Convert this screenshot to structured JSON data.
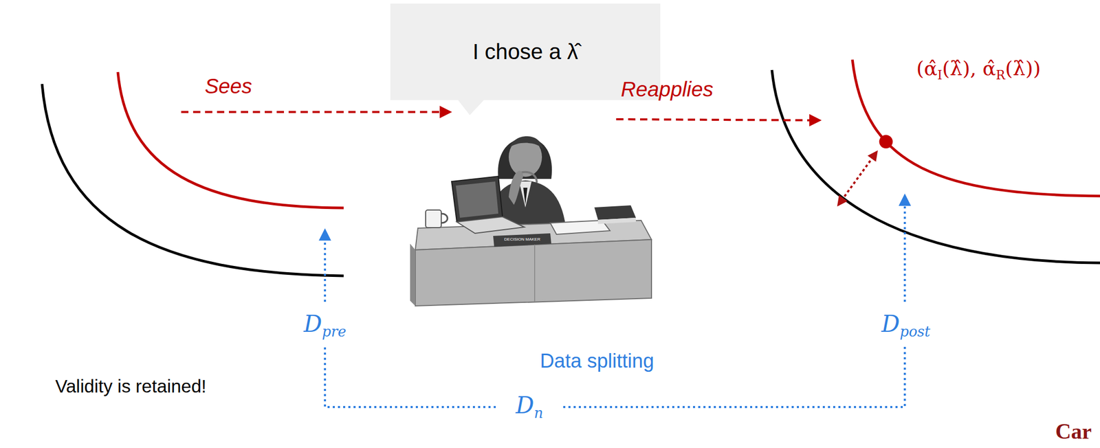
{
  "diagram": {
    "nodes": [
      {
        "text": [
          "I chose a λ̂"
        ]
      }
    ],
    "labels": [
      "Sees",
      "Reapplies",
      "(α̂",
      "I",
      "(λ̂), α̂",
      "R",
      "(λ̂))",
      "D",
      "pre",
      "D",
      "post",
      "Data splitting",
      "D",
      "n",
      "Validity is retained!",
      "Car",
      "DECISION MAKER"
    ]
  }
}
